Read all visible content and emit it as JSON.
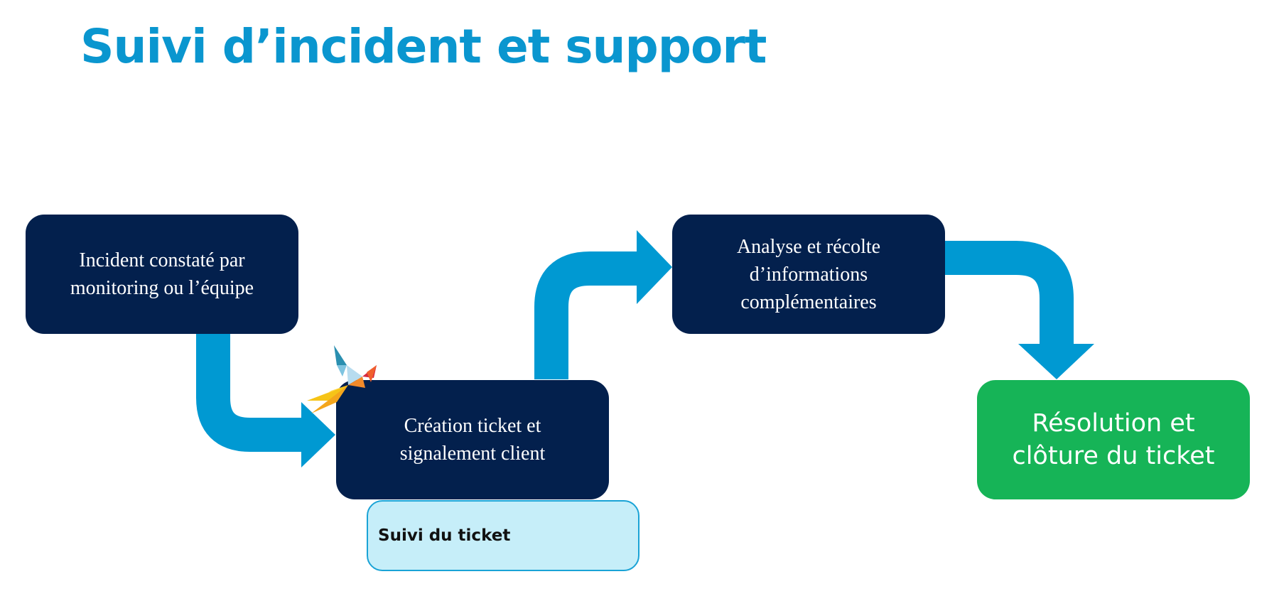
{
  "title": "Suivi d’incident et support",
  "colors": {
    "title": "#0a96cf",
    "arrow": "#0099d2",
    "step_box": "#03204d",
    "final_box": "#16b457",
    "tab_fill": "#c6eef9",
    "tab_border": "#1aa3d6"
  },
  "steps": [
    {
      "line1": "Incident constaté par",
      "line2": "monitoring ou l’équipe"
    },
    {
      "line1": "Création ticket et",
      "line2": "signalement client"
    },
    {
      "line1": "Analyse et récolte",
      "line2": "d’informations",
      "line3": "complémentaires"
    },
    {
      "line1": "Résolution et",
      "line2": "clôture du ticket"
    }
  ],
  "tab": {
    "label": "Suivi du ticket"
  },
  "logo": {
    "icon": "bird-logo-icon"
  }
}
